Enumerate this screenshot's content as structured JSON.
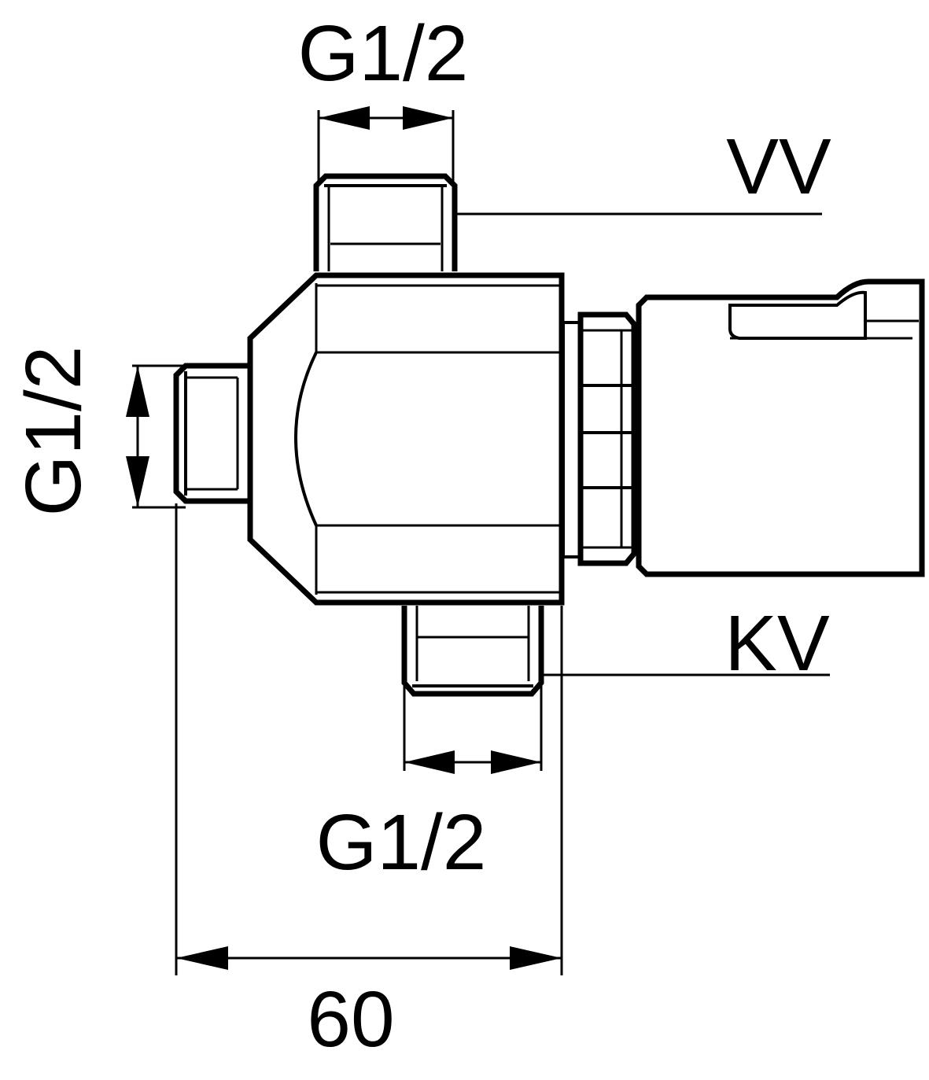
{
  "labels": {
    "top_thread": "G1/2",
    "left_thread": "G1/2",
    "bottom_thread": "G1/2",
    "width_dim": "60",
    "hot_outlet": "VV",
    "cold_outlet": "KV"
  },
  "colors": {
    "line": "#000000",
    "background": "#ffffff"
  }
}
